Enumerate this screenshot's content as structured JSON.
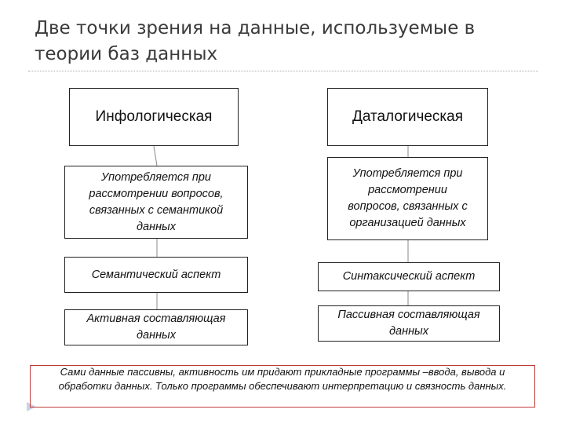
{
  "title": "Две точки зрения на данные, используемые в теории баз данных",
  "left_column": {
    "heading": "Инфологическая",
    "usage": "Употребляется при рассмотрении вопросов, связанных с семантикой данных",
    "aspect": "Семантический аспект",
    "component": "Активная составляющая данных"
  },
  "right_column": {
    "heading": "Даталогическая",
    "usage": "Употребляется при рассмотрении вопросов, связанных с организацией данных",
    "aspect": "Синтаксический аспект",
    "component": "Пассивная составляющая данных"
  },
  "note": "Сами данные пассивны, активность им придают прикладные программы –ввода, вывода и обработки данных. Только программы обеспечивают интерпретацию и связность данных.",
  "colors": {
    "box_border": "#222222",
    "note_border": "#c23b3b",
    "title_text": "#3a3a3a",
    "connector": "#8a8a8a"
  },
  "icons": {
    "corner_mark": "triangle-marker-icon"
  }
}
